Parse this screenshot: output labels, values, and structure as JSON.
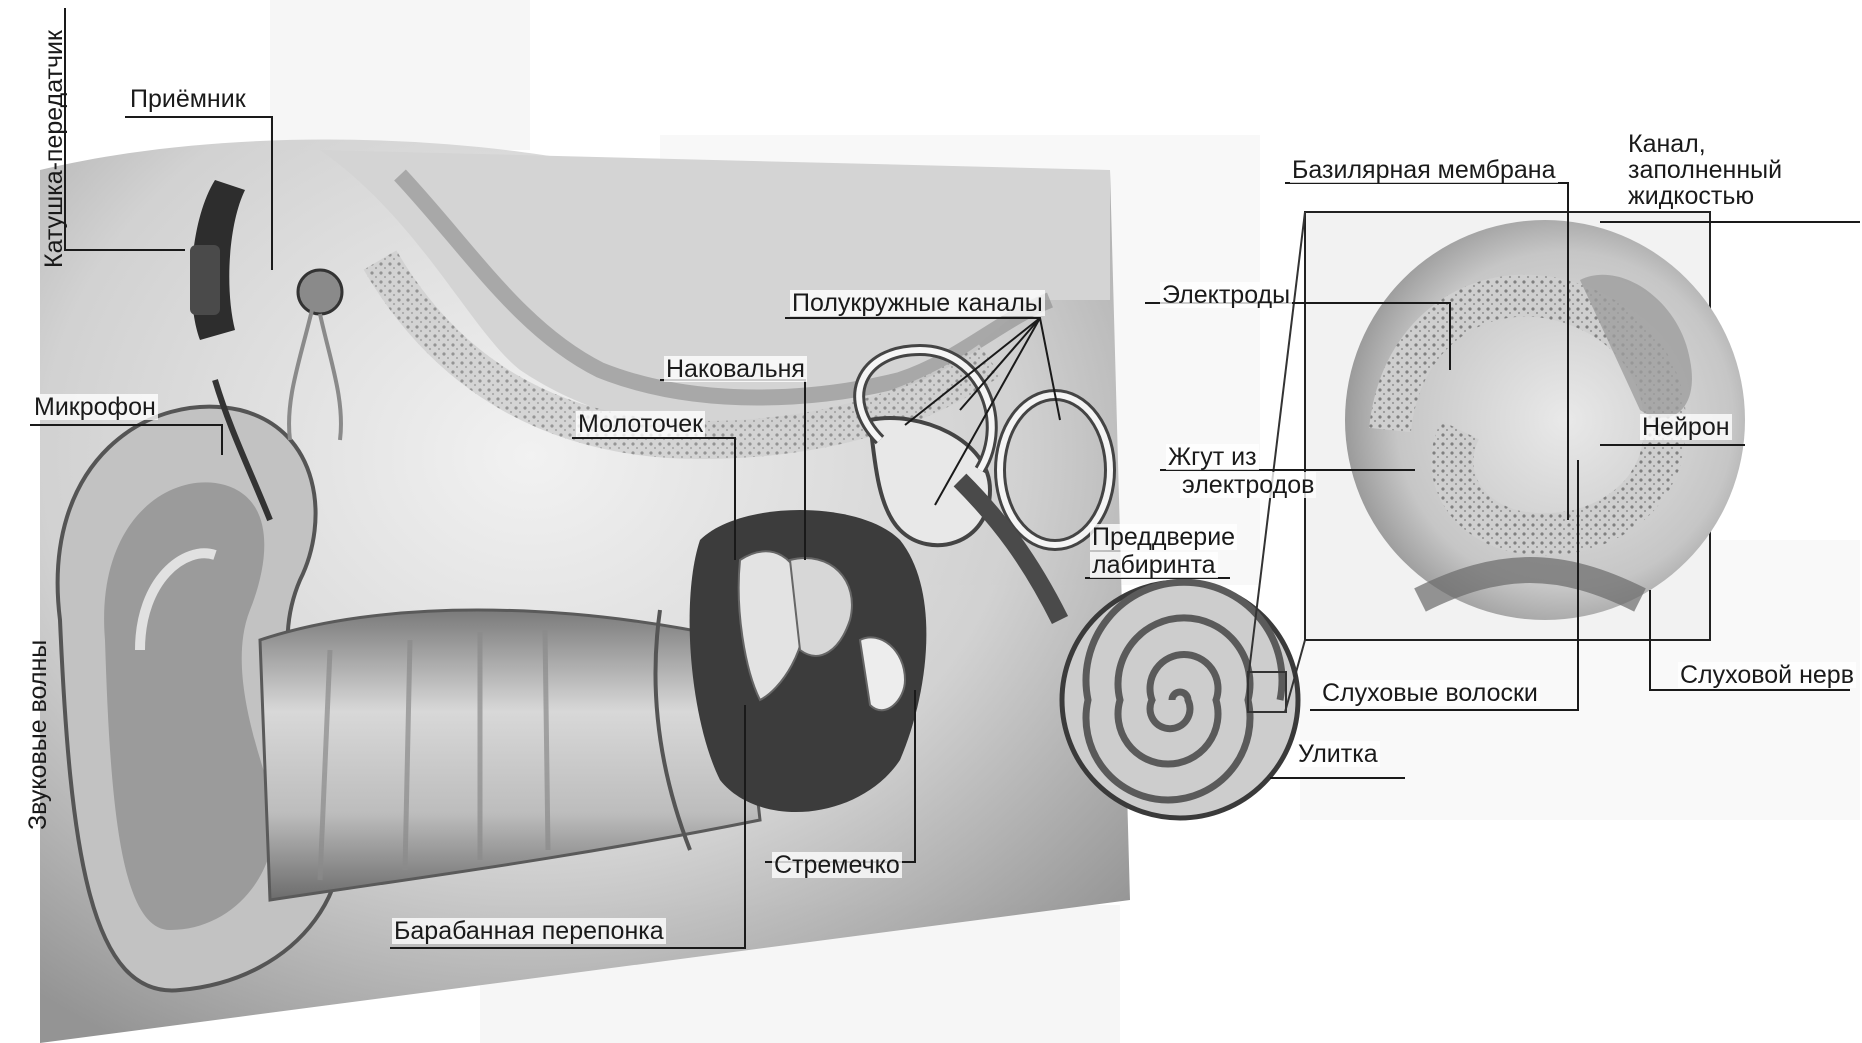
{
  "labels": {
    "coil": "Катушка-передатчик",
    "receiver": "Приёмник",
    "microphone": "Микрофон",
    "sound_waves": "Звуковые волны",
    "semicircular": "Полукружные каналы",
    "incus": "Наковальня",
    "malleus": "Молоточек",
    "vestibule_line1": "Преддверие",
    "vestibule_line2": "лабиринта",
    "stapes": "Стремечко",
    "eardrum": "Барабанная перепонка",
    "electrodes": "Электроды",
    "electrode_bundle_line1": "Жгут из",
    "electrode_bundle_line2": "электродов",
    "basilar": "Базилярная мембрана",
    "canal_line1": "Канал,",
    "canal_line2": "заполненный",
    "canal_line3": "жидкостью",
    "neuron": "Нейрон",
    "hair_cells": "Слуховые волоски",
    "cochlea": "Улитка",
    "auditory_nerve": "Слуховой нерв"
  },
  "colors": {
    "ink": "#1a1a1a",
    "paper": "#ffffff",
    "shade_light": "#d9d9d9",
    "shade_mid": "#a9a9a9",
    "shade_dark": "#3c3c3c"
  }
}
